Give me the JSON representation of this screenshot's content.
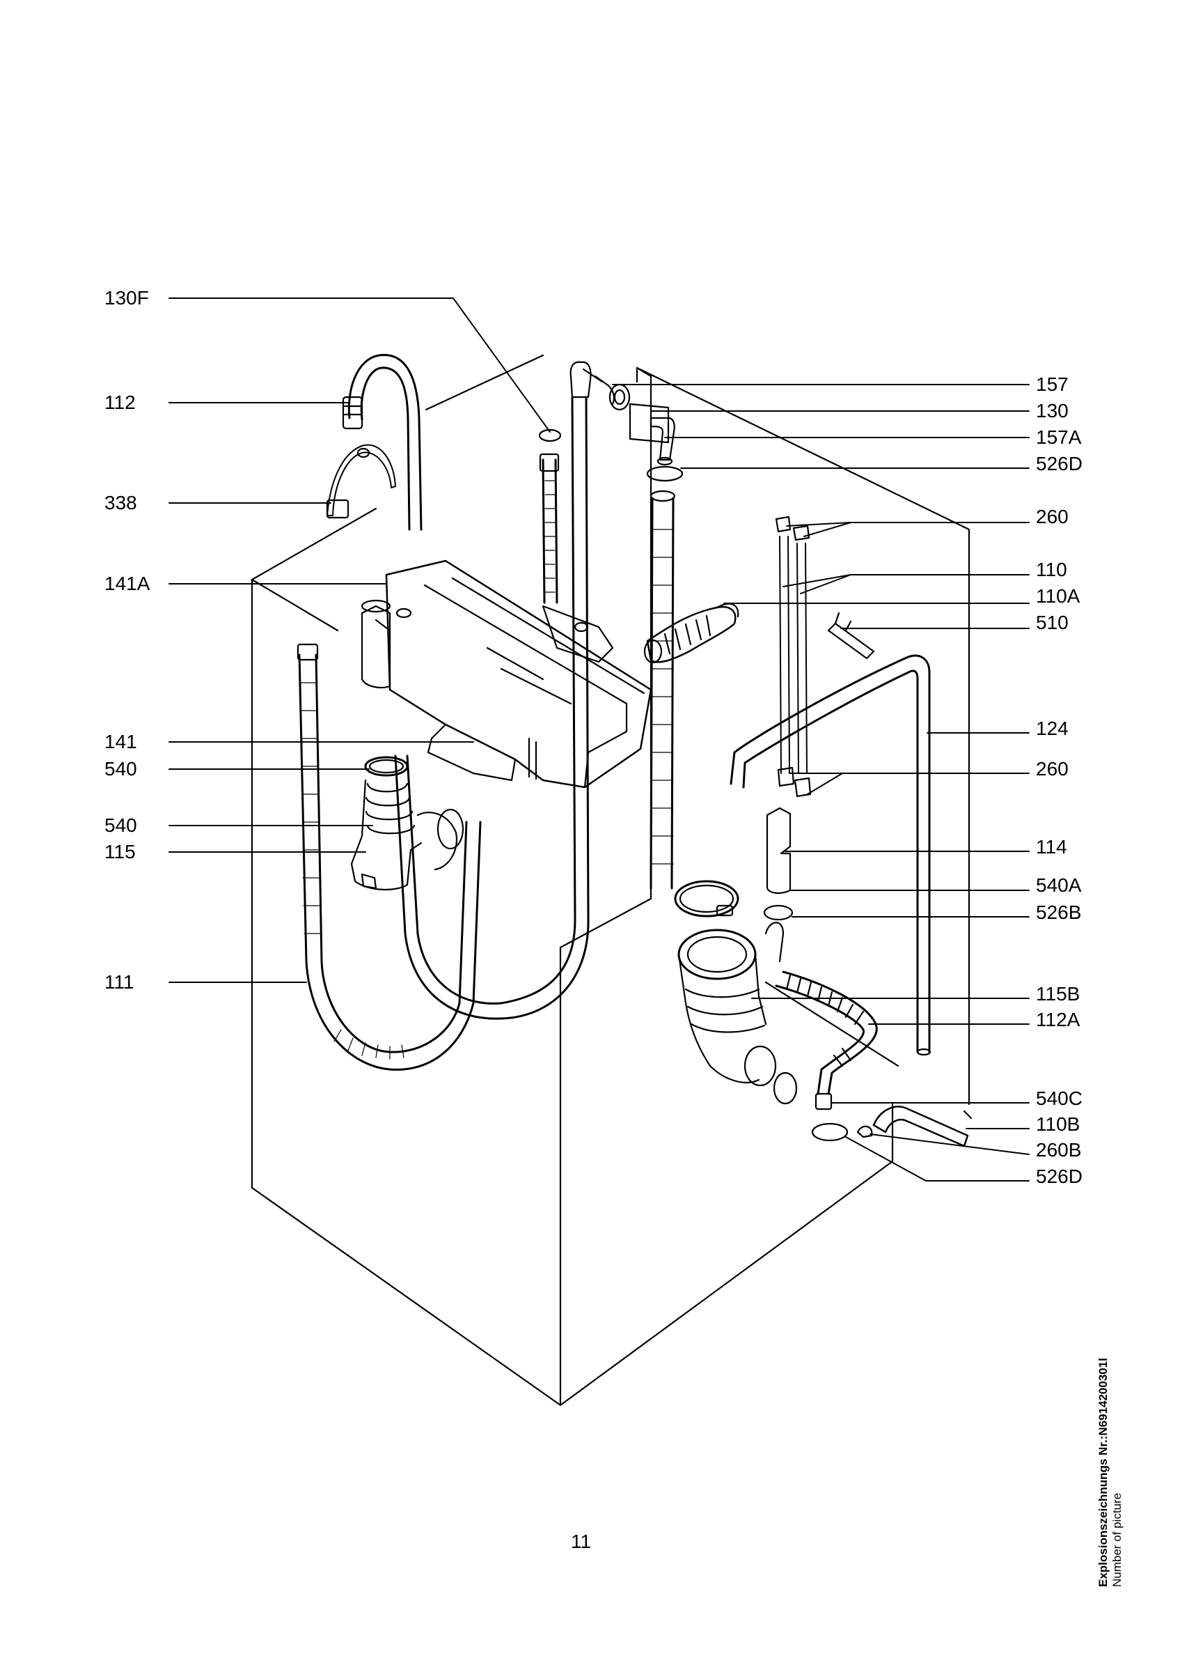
{
  "labels_left": [
    {
      "id": "130F",
      "text": "130F"
    },
    {
      "id": "112",
      "text": "112"
    },
    {
      "id": "338",
      "text": "338"
    },
    {
      "id": "141A",
      "text": "141A"
    },
    {
      "id": "141",
      "text": "141"
    },
    {
      "id": "540-a",
      "text": "540"
    },
    {
      "id": "540-b",
      "text": "540"
    },
    {
      "id": "115",
      "text": "115"
    },
    {
      "id": "111",
      "text": "111"
    }
  ],
  "labels_right": [
    {
      "id": "157",
      "text": "157"
    },
    {
      "id": "130",
      "text": "130"
    },
    {
      "id": "157A",
      "text": "157A"
    },
    {
      "id": "526D-a",
      "text": "526D"
    },
    {
      "id": "260-a",
      "text": "260"
    },
    {
      "id": "110",
      "text": "110"
    },
    {
      "id": "110A",
      "text": "110A"
    },
    {
      "id": "510",
      "text": "510"
    },
    {
      "id": "124",
      "text": "124"
    },
    {
      "id": "260-b",
      "text": "260"
    },
    {
      "id": "114",
      "text": "114"
    },
    {
      "id": "540A",
      "text": "540A"
    },
    {
      "id": "526B",
      "text": "526B"
    },
    {
      "id": "115B",
      "text": "115B"
    },
    {
      "id": "112A",
      "text": "112A"
    },
    {
      "id": "540C",
      "text": "540C"
    },
    {
      "id": "110B",
      "text": "110B"
    },
    {
      "id": "260B",
      "text": "260B"
    },
    {
      "id": "526D-b",
      "text": "526D"
    }
  ],
  "page_number": "11",
  "caption": {
    "line1": "Explosionszeichnungs Nr.:N6914200301l",
    "line2": "Number of picture"
  }
}
